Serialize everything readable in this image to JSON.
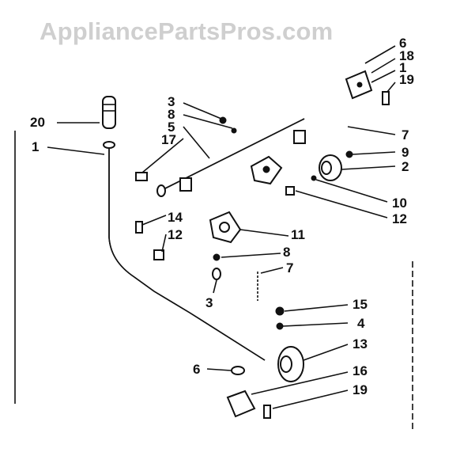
{
  "watermark": "AppliancePartsPros.com",
  "callouts": [
    {
      "label": "6"
    },
    {
      "label": "18"
    },
    {
      "label": "1"
    },
    {
      "label": "19"
    },
    {
      "label": "3"
    },
    {
      "label": "8"
    },
    {
      "label": "5"
    },
    {
      "label": "17"
    },
    {
      "label": "20"
    },
    {
      "label": "1"
    },
    {
      "label": "7"
    },
    {
      "label": "9"
    },
    {
      "label": "2"
    },
    {
      "label": "10"
    },
    {
      "label": "12"
    },
    {
      "label": "14"
    },
    {
      "label": "12"
    },
    {
      "label": "11"
    },
    {
      "label": "8"
    },
    {
      "label": "7"
    },
    {
      "label": "3"
    },
    {
      "label": "15"
    },
    {
      "label": "4"
    },
    {
      "label": "13"
    },
    {
      "label": "6"
    },
    {
      "label": "16"
    },
    {
      "label": "19"
    }
  ]
}
